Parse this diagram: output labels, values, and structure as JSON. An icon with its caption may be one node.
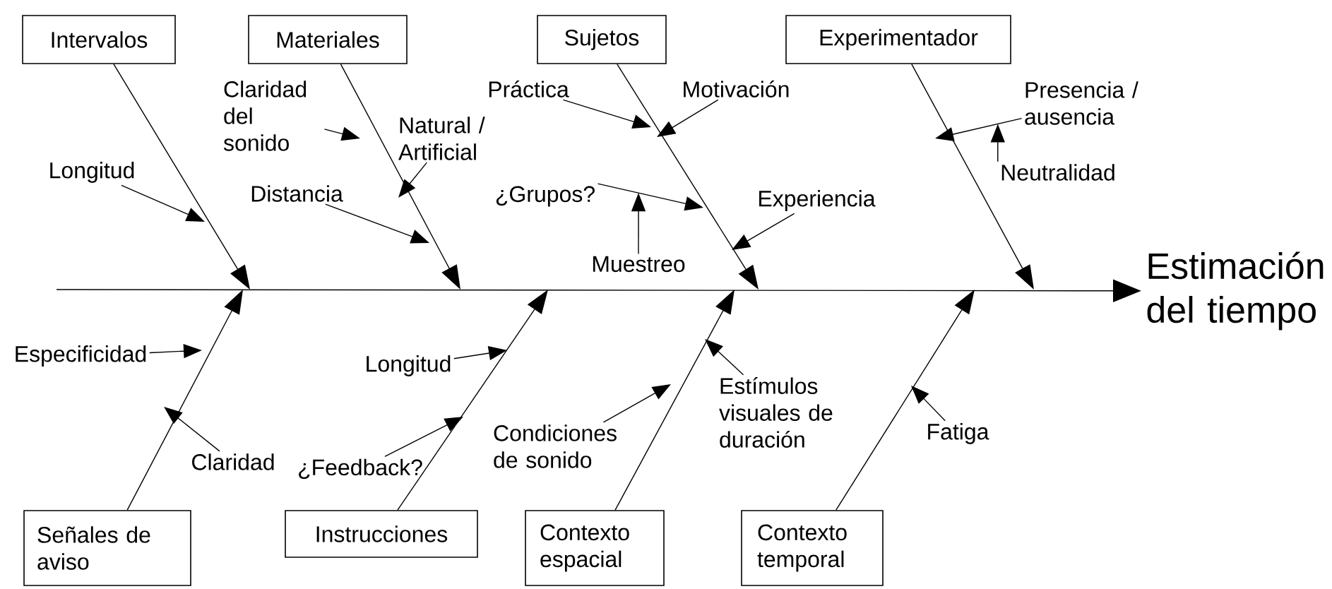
{
  "diagram": {
    "nodes": [
      {
        "text": [
          "Intervalos"
        ]
      },
      {
        "text": [
          "Materiales"
        ]
      },
      {
        "text": [
          "Sujetos"
        ]
      },
      {
        "text": [
          "Experimentador"
        ]
      },
      {
        "text": [
          "Claridad del sonido"
        ]
      },
      {
        "text": [
          "Práctica"
        ]
      },
      {
        "text": [
          "Motivación"
        ]
      },
      {
        "text": [
          "Presencia / ausencia"
        ]
      },
      {
        "text": [
          "Natural / Artificial"
        ]
      },
      {
        "text": [
          "Longitud"
        ]
      },
      {
        "text": [
          "Neutralidad"
        ]
      },
      {
        "text": [
          "Distancia"
        ]
      },
      {
        "text": [
          "¿Grupos?"
        ]
      },
      {
        "text": [
          "Experiencia"
        ]
      },
      {
        "text": [
          "Muestreo"
        ]
      },
      {
        "text": [
          "Estimación del tiempo"
        ]
      },
      {
        "text": [
          "Especificidad"
        ]
      },
      {
        "text": [
          "Longitud"
        ]
      },
      {
        "text": [
          "Estímulos visuales de duración"
        ]
      },
      {
        "text": [
          "Condiciones de sonido"
        ]
      },
      {
        "text": [
          "Claridad"
        ]
      },
      {
        "text": [
          "¿Feedback?"
        ]
      },
      {
        "text": [
          "Fatiga"
        ]
      },
      {
        "text": [
          "Señales de aviso"
        ]
      },
      {
        "text": [
          "Instrucciones"
        ]
      },
      {
        "text": [
          "Contexto espacial"
        ]
      },
      {
        "text": [
          "Contexto temporal"
        ]
      }
    ],
    "edges": [
      {
        "from": 0,
        "to": null,
        "arrow": "to"
      },
      {
        "from": 1,
        "to": null,
        "arrow": "to"
      },
      {
        "from": 2,
        "to": null,
        "arrow": "to"
      },
      {
        "from": 3,
        "to": null,
        "arrow": "to"
      },
      {
        "from": null,
        "to": 15,
        "arrow": "to"
      },
      {
        "from": 23,
        "to": null,
        "arrow": "to"
      },
      {
        "from": 24,
        "to": null,
        "arrow": "to"
      },
      {
        "from": 25,
        "to": null,
        "arrow": "to"
      },
      {
        "from": 26,
        "to": null,
        "arrow": "to"
      },
      {
        "from": 9,
        "to": null,
        "arrow": "to"
      },
      {
        "from": 4,
        "to": null,
        "arrow": "to"
      },
      {
        "from": 8,
        "to": null,
        "arrow": "to"
      },
      {
        "from": 11,
        "to": null,
        "arrow": "to"
      },
      {
        "from": 5,
        "to": null,
        "arrow": "to"
      },
      {
        "from": 6,
        "to": null,
        "arrow": "to"
      },
      {
        "from": 12,
        "to": null,
        "arrow": "to"
      },
      {
        "from": 14,
        "to": null,
        "arrow": "to"
      },
      {
        "from": 13,
        "to": null,
        "arrow": "to"
      },
      {
        "from": 7,
        "to": null,
        "arrow": "to"
      },
      {
        "from": 10,
        "to": null,
        "arrow": "to"
      },
      {
        "from": 16,
        "to": null,
        "arrow": "to"
      },
      {
        "from": 20,
        "to": null,
        "arrow": "to"
      },
      {
        "from": 17,
        "to": null,
        "arrow": "to"
      },
      {
        "from": 21,
        "to": null,
        "arrow": "to"
      },
      {
        "from": 19,
        "to": null,
        "arrow": "to"
      },
      {
        "from": 18,
        "to": null,
        "arrow": "to"
      },
      {
        "from": 22,
        "to": null,
        "arrow": "to"
      }
    ]
  }
}
